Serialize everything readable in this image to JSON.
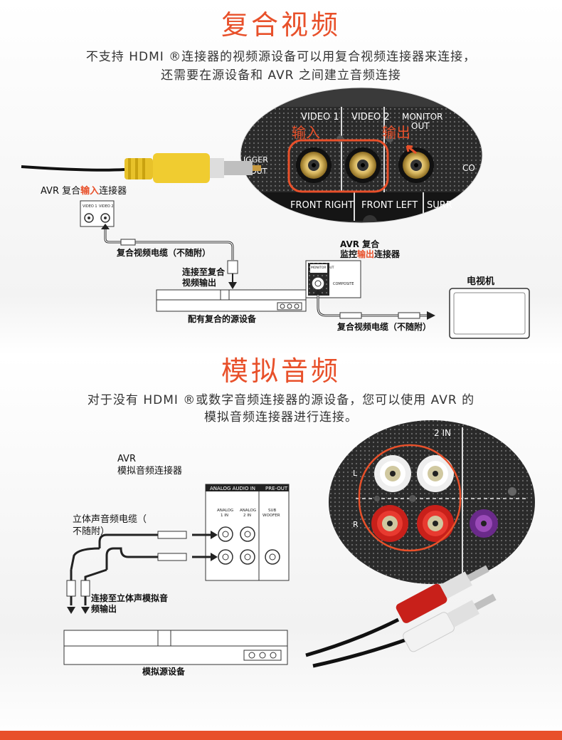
{
  "section1": {
    "title": "复合视频",
    "desc_line1": "不支持 HDMI ®连接器的视频源设备可以用复合视频连接器来连接，",
    "desc_line2": "还需要在源设备和 AVR 之间建立音频连接",
    "panel": {
      "video1": "VIDEO 1",
      "video2": "VIDEO 2",
      "monitor": "MONITOR",
      "monitor_out": "OUT",
      "trigger": "IGGER",
      "trigger_out": "OUT",
      "input_label": "输入",
      "output_label": "输出",
      "front_right": "FRONT RIGHT",
      "front_left": "FRONT LEFT",
      "surr": "SURR",
      "co": "CO"
    },
    "avr_input_prefix": "AVR 复合",
    "avr_input_hl": "输入",
    "avr_input_suffix": "连接器",
    "mini_video1": "VIDEO 1",
    "mini_video2": "VIDEO 2",
    "cable1": "复合视频电缆（不随附）",
    "connect_to_line1": "连接至复合",
    "connect_to_line2": "视频输出",
    "source_label": "配有复合的源设备",
    "avr_monitor_line1": "AVR 复合",
    "avr_monitor_prefix": "监控",
    "avr_monitor_hl": "输出",
    "avr_monitor_suffix": "连接器",
    "monitor_box_label": "MONITOR OUT",
    "composite_label": "COMPOSITE",
    "cable2": "复合视频电缆（不随附）",
    "tv_label": "电视机"
  },
  "section2": {
    "title": "模拟音频",
    "desc_line1": "对于没有 HDMI ®或数字音频连接器的源设备，您可以使用 AVR 的",
    "desc_line2": "模拟音频连接器进行连接。",
    "avr_line1": "AVR",
    "avr_line2": "模拟音频连接器",
    "analog_audio_in": "ANALOG AUDIO IN",
    "pre_out": "PRE-OUT",
    "analog1_line1": "ANALOG",
    "analog1_line2": "1 IN",
    "analog2_line1": "ANALOG",
    "analog2_line2": "2 IN",
    "sub_line1": "SUB",
    "sub_line2": "WOOFER",
    "cable_line1": "立体声音频电缆（",
    "cable_line2": "不随附）",
    "connect_line1": "连接至立体声模拟音",
    "connect_line2": "频输出",
    "source_label": "模拟源设备",
    "photo_2in": "2 IN",
    "photo_l": "L",
    "photo_r": "R"
  },
  "colors": {
    "accent": "#e8502a",
    "bottom_bar": "#e8502a"
  }
}
